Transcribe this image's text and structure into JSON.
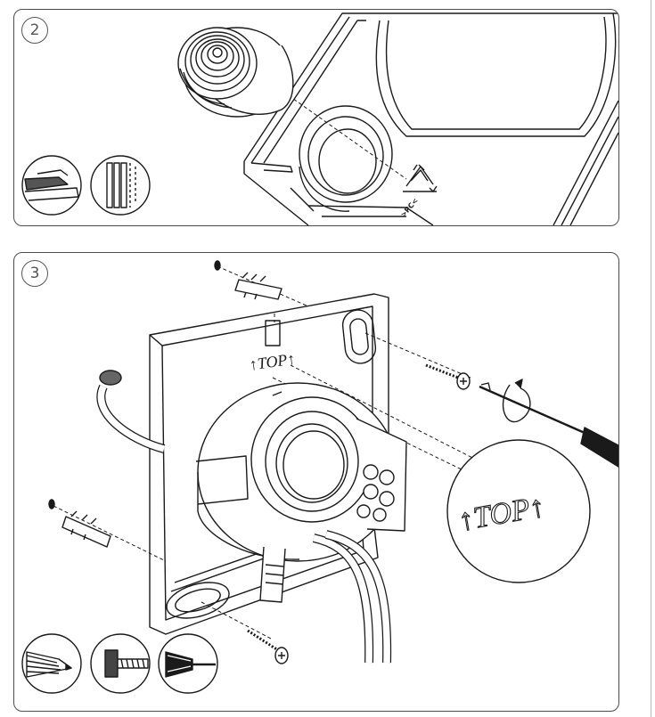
{
  "steps": [
    {
      "number": "2",
      "marks": {
        "recycle_code": ">PC<"
      }
    },
    {
      "number": "3",
      "labels": {
        "top_on_plate": "TOP",
        "top_magnified": "TOP"
      }
    }
  ],
  "icons": {
    "step2_tools": [
      "knife-icon",
      "layered-material-icon"
    ],
    "step3_tools": [
      "pencil-icon",
      "drill-icon",
      "screwdriver-icon"
    ]
  },
  "colors": {
    "line": "#1a1a1a",
    "panel_border": "#4d4d4d"
  }
}
